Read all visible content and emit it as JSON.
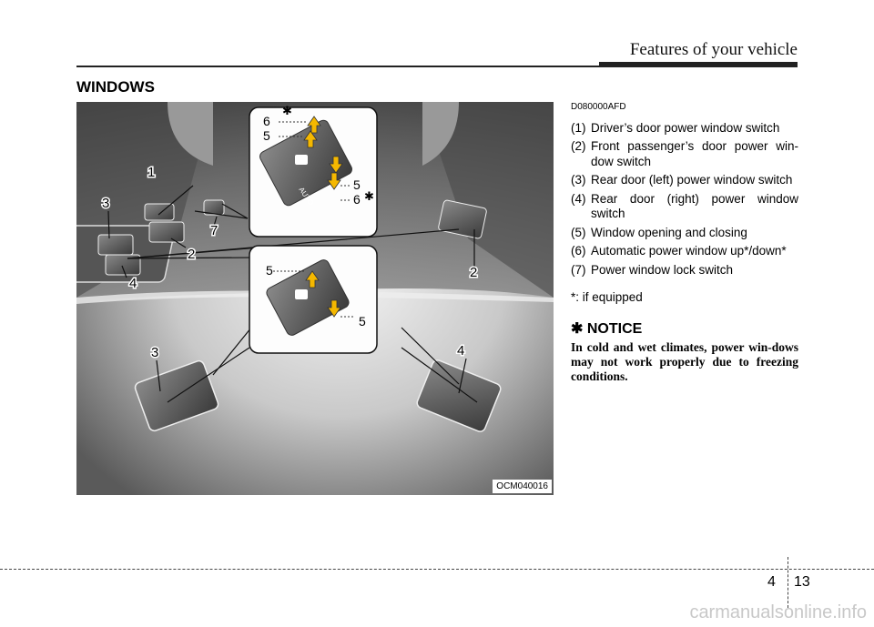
{
  "header": {
    "title": "Features of your vehicle"
  },
  "section": {
    "title": "WINDOWS"
  },
  "figure": {
    "code": "OCM040016",
    "callouts": {
      "c1": "1",
      "c2a": "2",
      "c2b": "2",
      "c3a": "3",
      "c3b": "3",
      "c4a": "4",
      "c4b": "4",
      "c7": "7",
      "z5a": "5",
      "z5b": "5",
      "z5c": "5",
      "z5d": "5",
      "z6a": "6",
      "z6b": "6",
      "star": "✱",
      "auto": "AUTO"
    }
  },
  "text": {
    "doc_code": "D080000AFD",
    "items": [
      {
        "num": "(1)",
        "label": "Driver’s door power window switch"
      },
      {
        "num": "(2)",
        "label": "Front passenger’s door power win-dow switch"
      },
      {
        "num": "(3)",
        "label": "Rear door (left) power window switch"
      },
      {
        "num": "(4)",
        "label": "Rear door (right) power window switch"
      },
      {
        "num": "(5)",
        "label": "Window opening and closing"
      },
      {
        "num": "(6)",
        "label": "Automatic power window up*/down*"
      },
      {
        "num": "(7)",
        "label": "Power window lock switch"
      }
    ],
    "footnote": "*: if equipped",
    "notice_title": "✱ NOTICE",
    "notice_body": "In cold and wet climates, power win-dows may not work properly due to freezing conditions."
  },
  "footer": {
    "chapter": "4",
    "page": "13",
    "watermark": "carmanualsonline.info"
  }
}
